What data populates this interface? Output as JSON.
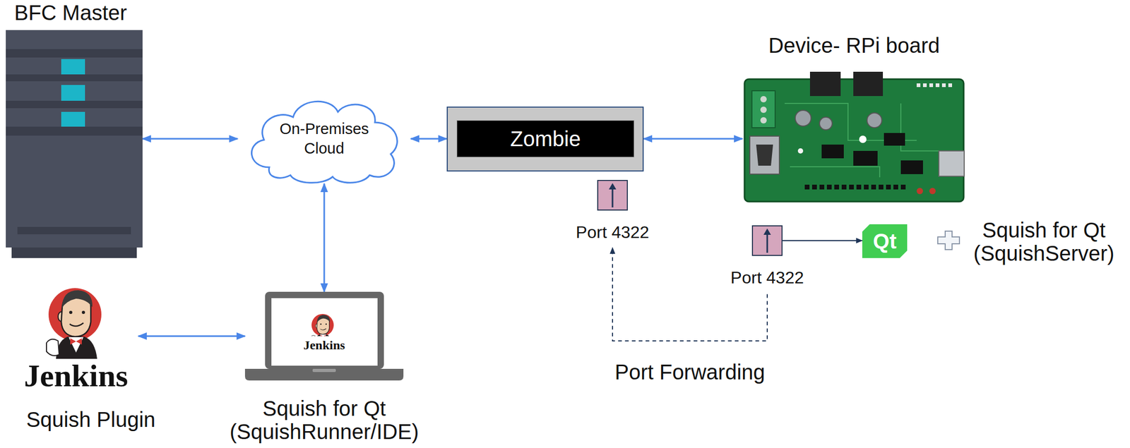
{
  "diagram": {
    "nodes": [
      {
        "text": [
          "BFC Master"
        ]
      },
      {
        "text": [
          "On-Premises Cloud"
        ]
      },
      {
        "text": [
          "Zombie"
        ]
      },
      {
        "text": [
          "Device- RPi board"
        ]
      },
      {
        "text": [
          "Port 4322"
        ]
      },
      {
        "text": [
          "Port 4322"
        ]
      },
      {
        "text": [
          "Qt"
        ]
      },
      {
        "text": [
          "Jenkins",
          "Squish Plugin"
        ]
      },
      {
        "text": [
          "Jenkins",
          "Squish for Qt (SquishRunner/IDE)"
        ]
      }
    ],
    "edges": [
      {
        "from": 0,
        "to": 1,
        "arrow": "both"
      },
      {
        "from": 1,
        "to": 2,
        "arrow": "both"
      },
      {
        "from": 2,
        "to": 3,
        "arrow": "both"
      },
      {
        "from": 1,
        "to": 8,
        "arrow": "both"
      },
      {
        "from": 7,
        "to": 8,
        "arrow": "both"
      },
      {
        "from": 5,
        "to": 6,
        "arrow": "to"
      },
      {
        "from": 5,
        "to": 4,
        "arrow": "to",
        "label": "Port Forwarding"
      }
    ],
    "labels": [
      "Squish for Qt (SquishServer)"
    ]
  }
}
